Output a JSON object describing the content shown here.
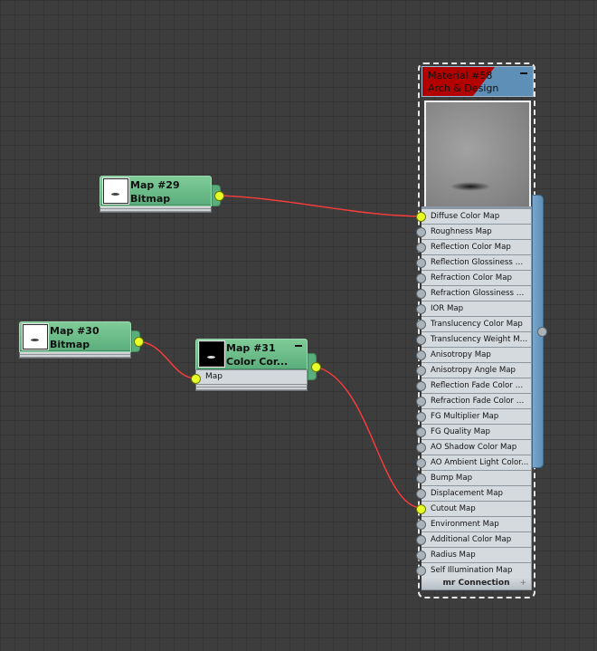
{
  "nodes": {
    "map29": {
      "title": "Map #29",
      "subtitle": "Bitmap"
    },
    "map30": {
      "title": "Map #30",
      "subtitle": "Bitmap"
    },
    "map31": {
      "title": "Map #31",
      "subtitle": "Color Cor...",
      "slot": "Map"
    }
  },
  "material": {
    "title": "Material #58",
    "subtitle": "Arch & Design",
    "slots": [
      "Diffuse Color Map",
      "Roughness Map",
      "Reflection Color Map",
      "Reflection Glossiness Map",
      "Refraction Color Map",
      "Refraction Glossiness Map",
      "IOR Map",
      "Translucency Color Map",
      "Translucency Weight Map",
      "Anisotropy Map",
      "Anisotropy Angle Map",
      "Reflection Fade Color Map",
      "Refraction Fade Color Map",
      "FG Multiplier Map",
      "FG Quality Map",
      "AO Shadow Color Map",
      "AO Ambient Light Color...",
      "Bump Map",
      "Displacement Map",
      "Cutout Map",
      "Environment Map",
      "Additional Color Map",
      "Radius Map",
      "Self Illumination Map"
    ],
    "connected_slots": [
      "Diffuse Color Map",
      "Cutout Map"
    ],
    "footer": "mr Connection",
    "footer_plus": "+"
  },
  "colors": {
    "background": "#3d3d3d",
    "map_node": "#6fbf8a",
    "material_header": "#5d8fb7",
    "material_accent": "#b30000",
    "wire": "#ff3b3b",
    "socket_active": "#e8ff2a"
  }
}
